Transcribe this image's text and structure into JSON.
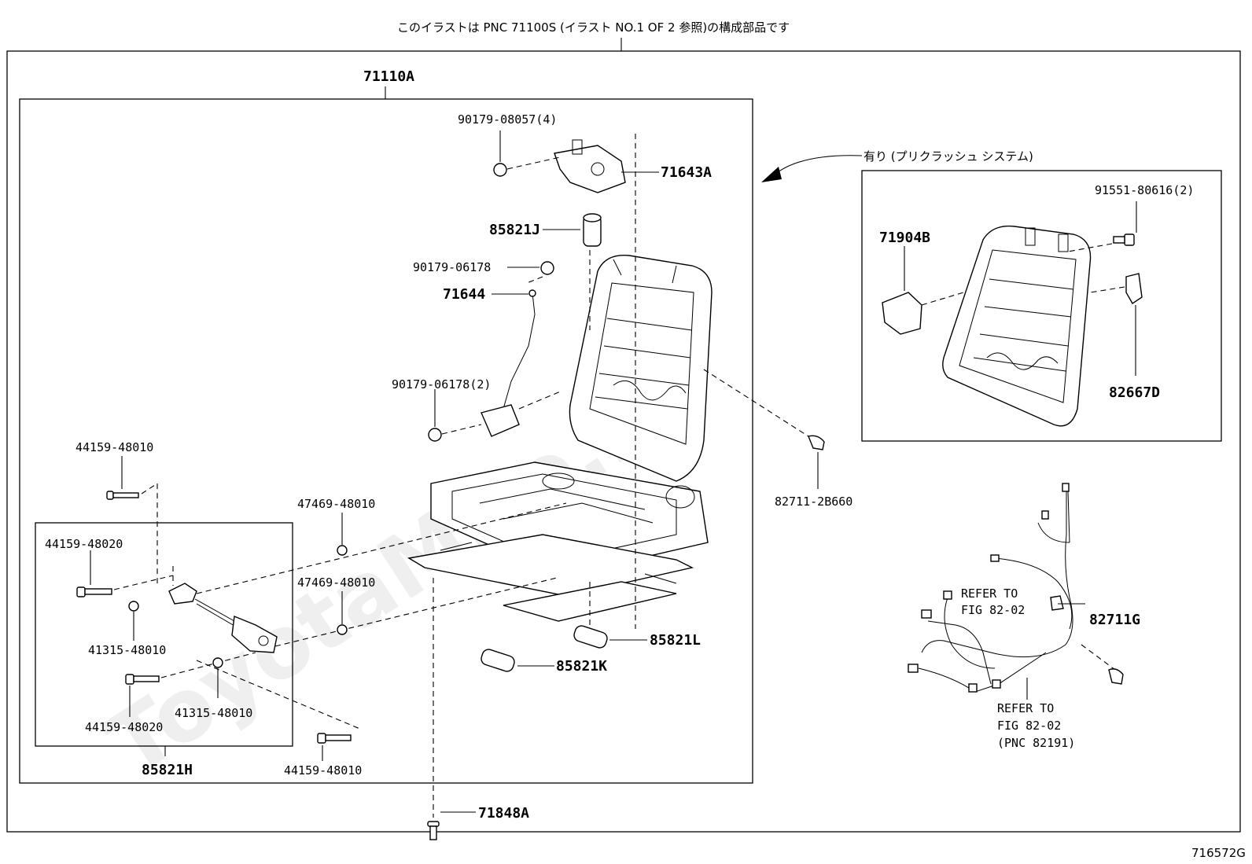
{
  "header_note": "このイラストは PNC 71100S (イラスト NO.1 OF 2 参照)の構成部品です",
  "assembly_label": "71110A",
  "option_note": "有り (プリクラッシュ システム)",
  "figure_code": "716572G",
  "watermark": "ToyotaMire.ru",
  "parts": {
    "p71643A": "71643A",
    "p90179_08057": "90179-08057(4)",
    "p85821J": "85821J",
    "p90179_06178": "90179-06178",
    "p71644": "71644",
    "p90179_06178_2": "90179-06178(2)",
    "p44159_48010_top": "44159-48010",
    "p44159_48020_top": "44159-48020",
    "p41315_48010_left": "41315-48010",
    "p44159_48020_bottom": "44159-48020",
    "p41315_48010_right": "41315-48010",
    "p85821H": "85821H",
    "p44159_48010_bottom": "44159-48010",
    "p47469_48010_top": "47469-48010",
    "p47469_48010_bottom": "47469-48010",
    "p85821K": "85821K",
    "p85821L": "85821L",
    "p71848A": "71848A",
    "p82711_2B660": "82711-2B660",
    "p91551_80616": "91551-80616(2)",
    "p71904B": "71904B",
    "p82667D": "82667D",
    "p82711G": "82711G"
  },
  "refer_top": [
    "REFER TO",
    "FIG 82-02"
  ],
  "refer_bottom": [
    "REFER TO",
    "FIG 82-02",
    "(PNC 82191)"
  ]
}
